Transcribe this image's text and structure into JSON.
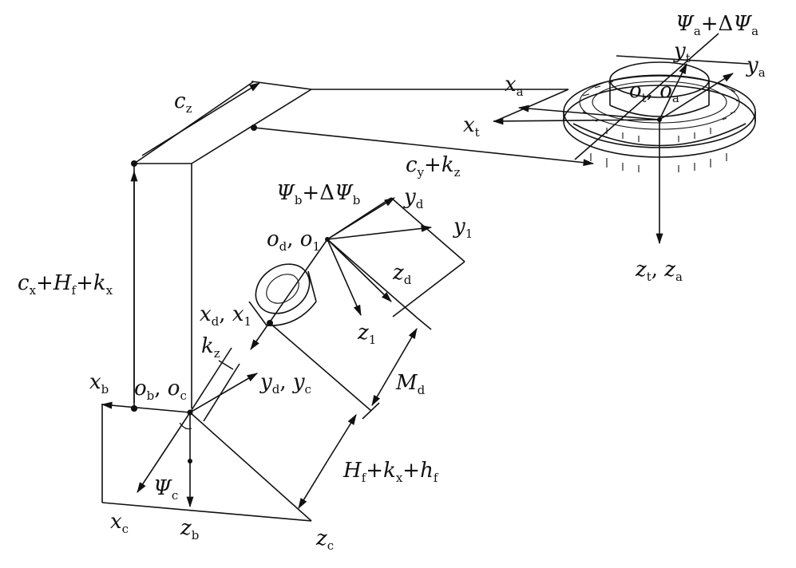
{
  "labels": {
    "psi_a_main": "Ψ",
    "psi_a_sub": "a",
    "psi_a_op": "+Δ",
    "psi_a_main2": "Ψ",
    "psi_a_sub2": "a",
    "yt_main": "y",
    "yt_sub": "t",
    "ya_main": "y",
    "ya_sub": "a",
    "xa_main": "x",
    "xa_sub": "a",
    "ot_main": "o",
    "ot_sub": "t",
    "ot_sep": ", ",
    "oa_main": "o",
    "oa_sub": "a",
    "xt_main": "x",
    "xt_sub": "t",
    "cz_main": "c",
    "cz_sub": "z",
    "cykz_c": "c",
    "cykz_y": "y",
    "cykz_plus": "+",
    "cykz_k": "k",
    "cykz_z": "z",
    "psib_main": "Ψ",
    "psib_sub": "b",
    "psib_op": "+Δ",
    "psib_main2": "Ψ",
    "psib_sub2": "b",
    "yd_main": "y",
    "yd_sub": "d",
    "y1_main": "y",
    "y1_sub": "1",
    "od_main": "o",
    "od_sub": "d",
    "od_sep": ", ",
    "o1_main": "o",
    "o1_sub": "1",
    "zt_main": "z",
    "zt_sub": "t",
    "zt_sep": ", ",
    "za_main": "z",
    "za_sub": "a",
    "zd_main": "z",
    "zd_sub": "d",
    "cx_c": "c",
    "cx_x": "x",
    "cx_p1": "+",
    "cx_H": "H",
    "cx_f": "f",
    "cx_p2": "+",
    "cx_k": "k",
    "cx_kx": "x",
    "xd_main": "x",
    "xd_sub": "d",
    "xd_sep": ", ",
    "x1_main": "x",
    "x1_sub": "1",
    "z1_main": "z",
    "z1_sub": "1",
    "kz_main": "k",
    "kz_sub": "z",
    "xb_main": "x",
    "xb_sub": "b",
    "ob_main": "o",
    "ob_sub": "b",
    "ob_sep": ", ",
    "oc_main": "o",
    "oc_sub": "c",
    "ydc_main": "y",
    "ydc_sub": "d",
    "ydc_sep": ", ",
    "yc_main": "y",
    "yc_sub": "c",
    "md_main": "M",
    "md_sub": "d",
    "psic_main": "Ψ",
    "psic_sub": "c",
    "hf_H": "H",
    "hf_f": "f",
    "hf_p1": "+",
    "hf_k": "k",
    "hf_x": "x",
    "hf_p2": "+",
    "hf_h": "h",
    "hf_f2": "f",
    "xc_main": "x",
    "xc_sub": "c",
    "zb_main": "z",
    "zb_sub": "b",
    "zc_main": "z",
    "zc_sub": "c"
  }
}
